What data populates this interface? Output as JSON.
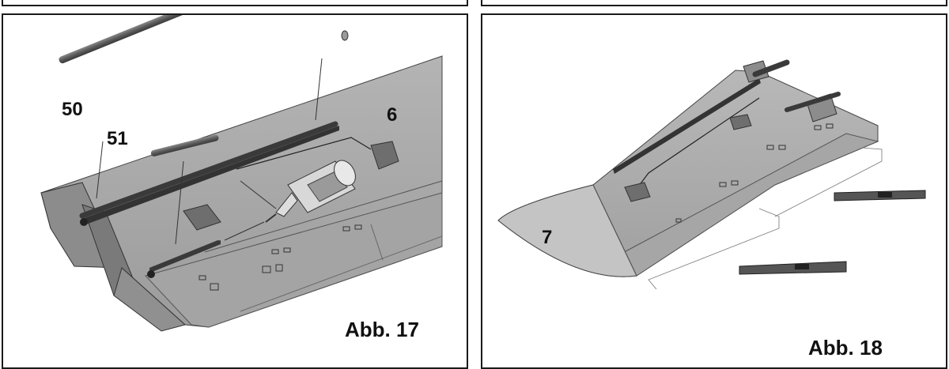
{
  "figure_left": {
    "labels": {
      "part_50": "50",
      "part_51": "51",
      "part_6": "6"
    },
    "caption": "Abb. 17"
  },
  "figure_right": {
    "labels": {
      "part_7": "7"
    },
    "caption": "Abb. 18"
  },
  "colors": {
    "border": "#1a1a1a",
    "wing": "#a9a9a9",
    "wing_dark": "#7d7d7d",
    "rod": "#555555"
  }
}
